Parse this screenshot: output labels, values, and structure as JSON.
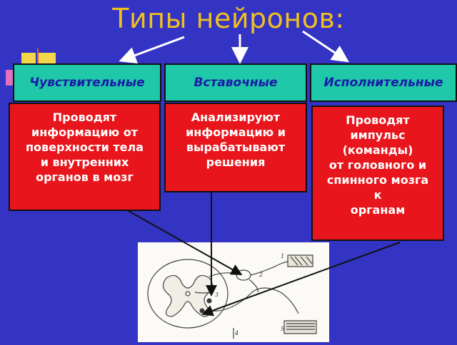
{
  "title": "Типы нейронов:",
  "types": [
    {
      "name": "Чувствительные",
      "description": [
        "Проводят",
        "информацию от",
        "поверхности тела",
        "и внутренних",
        "органов в мозг"
      ]
    },
    {
      "name": "Вставочные",
      "description": [
        "Анализируют",
        "информацию и",
        "вырабатывают",
        "решения"
      ]
    },
    {
      "name": "Исполнительные",
      "description": [
        "Проводят",
        "импульс",
        "(команды)",
        "от головного и",
        "спинного  мозга",
        "к",
        "органам"
      ]
    }
  ],
  "figure": {
    "labels": [
      "1",
      "2",
      "3",
      "4",
      "5"
    ]
  },
  "colors": {
    "background": "#3333c4",
    "title": "#f0c020",
    "type_box": "#1ec8a8",
    "description_box": "#e8161c"
  }
}
